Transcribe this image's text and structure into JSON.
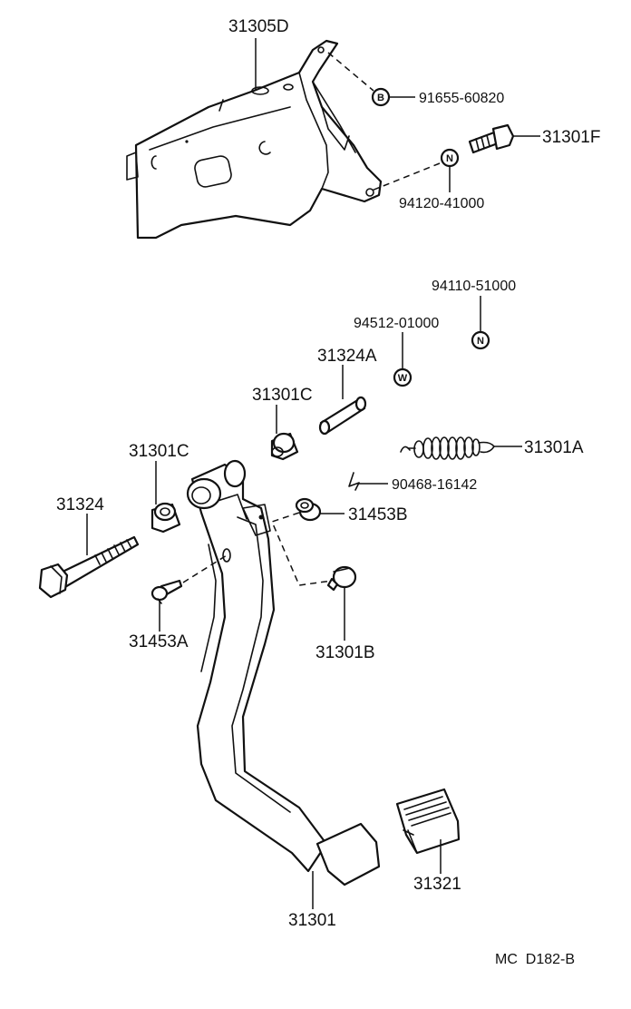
{
  "labels": {
    "bracket": "31305D",
    "bolt_b": "91655-60820",
    "bolt_f": "31301F",
    "nut_top": "94120-41000",
    "nut_mid": "94110-51000",
    "washer": "94512-01000",
    "collar": "31324A",
    "bushing_upper": "31301C",
    "spring": "31301A",
    "clip": "90468-16142",
    "bushing_left": "31301C",
    "pivot_bolt": "31324",
    "bushing_right": "31453B",
    "pin": "31453A",
    "stopper": "31301B",
    "pedal": "31301",
    "pad": "31321"
  },
  "symbols": {
    "bolt_b": "B",
    "nut_top": "N",
    "nut_mid": "N",
    "washer": "W"
  },
  "reference": "MC  D182-B"
}
